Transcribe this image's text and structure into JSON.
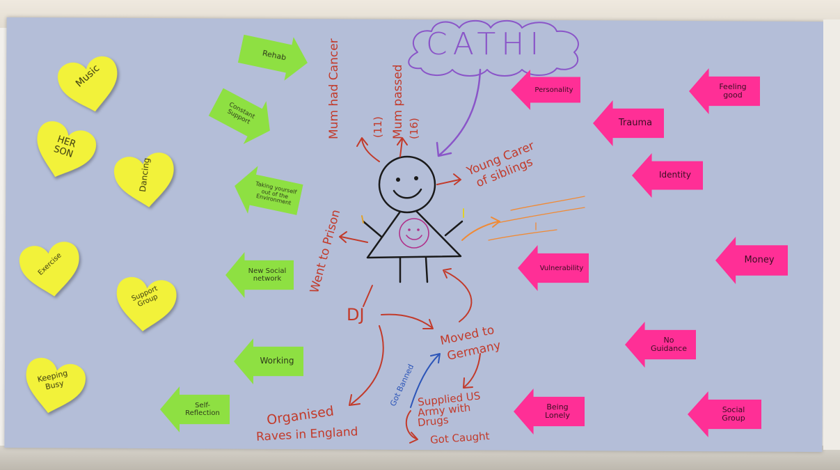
{
  "title": "CATHI",
  "center_notes": {
    "mum_cancer": "Mum had Cancer",
    "mum_cancer_age": "(11)",
    "mum_passed": "Mum passed",
    "mum_passed_age": "(16)",
    "young_carer": "Young Carer",
    "of_siblings": "of siblings",
    "went_to_prison": "Went to Prison",
    "dj": "DJ",
    "moved_to": "Moved to",
    "germany": "Germany",
    "organised": "Organised",
    "raves_in_england": "Raves in England",
    "got_banned": "Got Banned",
    "supplied": "Supplied US",
    "army_with": "Army with",
    "drugs": "Drugs",
    "got_caught": "Got Caught"
  },
  "hearts": [
    "Music",
    "HER SON",
    "Dancing",
    "Exercise",
    "Support Group",
    "Keeping Busy"
  ],
  "green_arrows": [
    "Rehab",
    "Constant Support",
    "Taking yourself out of the Environment",
    "New Social network",
    "Working",
    "Self-Reflection"
  ],
  "pink_arrows": [
    "Personality",
    "Feeling good",
    "Trauma",
    "Identity",
    "Vulnerability",
    "Money",
    "No Guidance",
    "Being Lonely",
    "Social Group"
  ]
}
